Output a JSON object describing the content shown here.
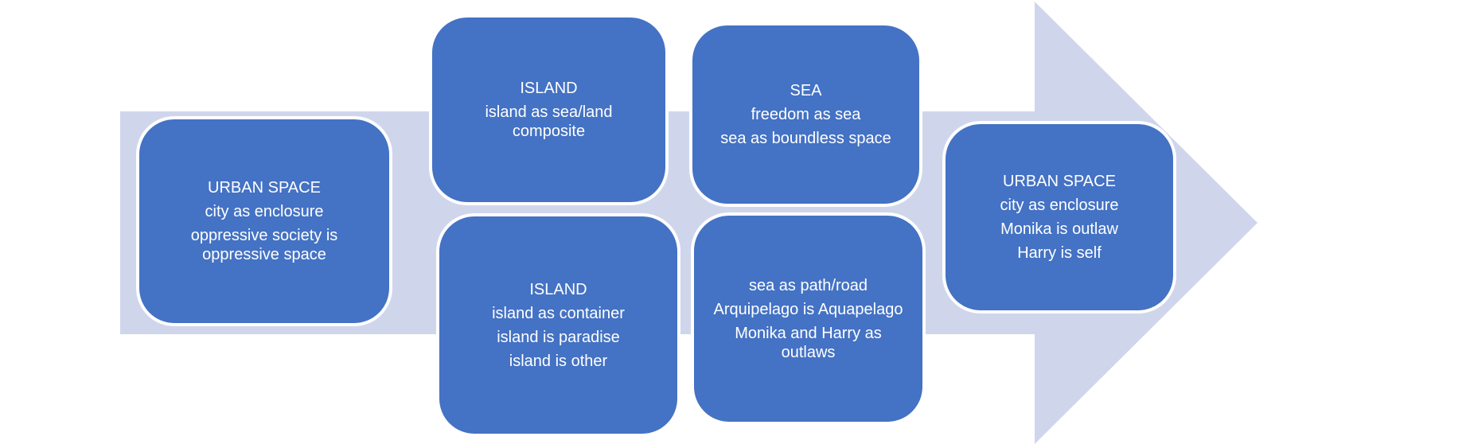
{
  "colors": {
    "arrow": "#cfd6ec",
    "box": "#4472c4",
    "box_border": "#ffffff",
    "text": "#ffffff"
  },
  "boxes": [
    {
      "title": "URBAN SPACE",
      "lines": [
        "city as enclosure",
        "oppressive society is oppressive space"
      ]
    },
    {
      "title": "ISLAND",
      "lines": [
        "island as sea/land composite"
      ]
    },
    {
      "title": "ISLAND",
      "lines": [
        "island as container",
        "island is paradise",
        "island is other"
      ]
    },
    {
      "title": "SEA",
      "lines": [
        "freedom as sea",
        "sea as boundless space"
      ]
    },
    {
      "title": "",
      "lines": [
        "sea as path/road",
        "Arquipelago is Aquapelago",
        "Monika and Harry as outlaws"
      ]
    },
    {
      "title": "URBAN SPACE",
      "lines": [
        "city as enclosure",
        "Monika is outlaw",
        "Harry is self"
      ]
    }
  ]
}
